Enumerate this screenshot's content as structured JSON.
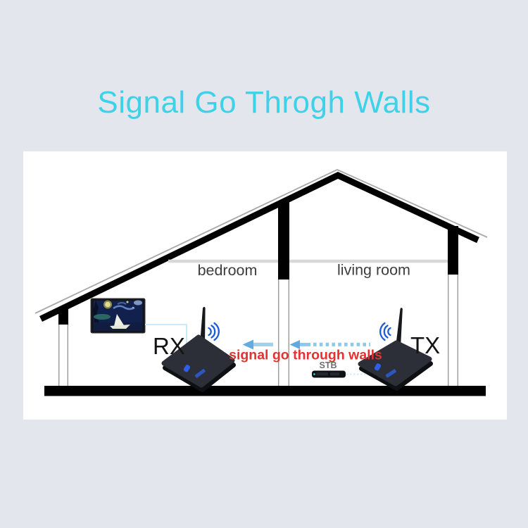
{
  "page": {
    "background_color": "#e4e6ee",
    "canvas_color": "#ffffff",
    "title": "Signal Go Throgh Walls",
    "title_color": "#3ed2e8"
  },
  "diagram": {
    "rooms": [
      {
        "label": "bedroom"
      },
      {
        "label": "living room"
      }
    ],
    "devices": {
      "receiver": {
        "label": "RX"
      },
      "transmitter": {
        "label": "TX"
      },
      "set_top_box": {
        "label": "STB"
      }
    },
    "caption": {
      "text": "signal go through walls",
      "color": "#e23333"
    },
    "icons": {
      "tv": "tv-starry-night-painting",
      "antenna": "antenna-icon",
      "wifi": "wifi-waves-icon",
      "arrow": "left-arrow-icon"
    },
    "colors": {
      "structure": "#000000",
      "roof_outline": "#a8a8a8",
      "ceiling": "#d8d8d8",
      "arrow_tail": "#8ec8ec",
      "arrow_head": "#5ea9de",
      "wifi_arc": "#1b5cd8",
      "device_body": "#2c2f37",
      "device_led": "#2f5fe8"
    }
  }
}
